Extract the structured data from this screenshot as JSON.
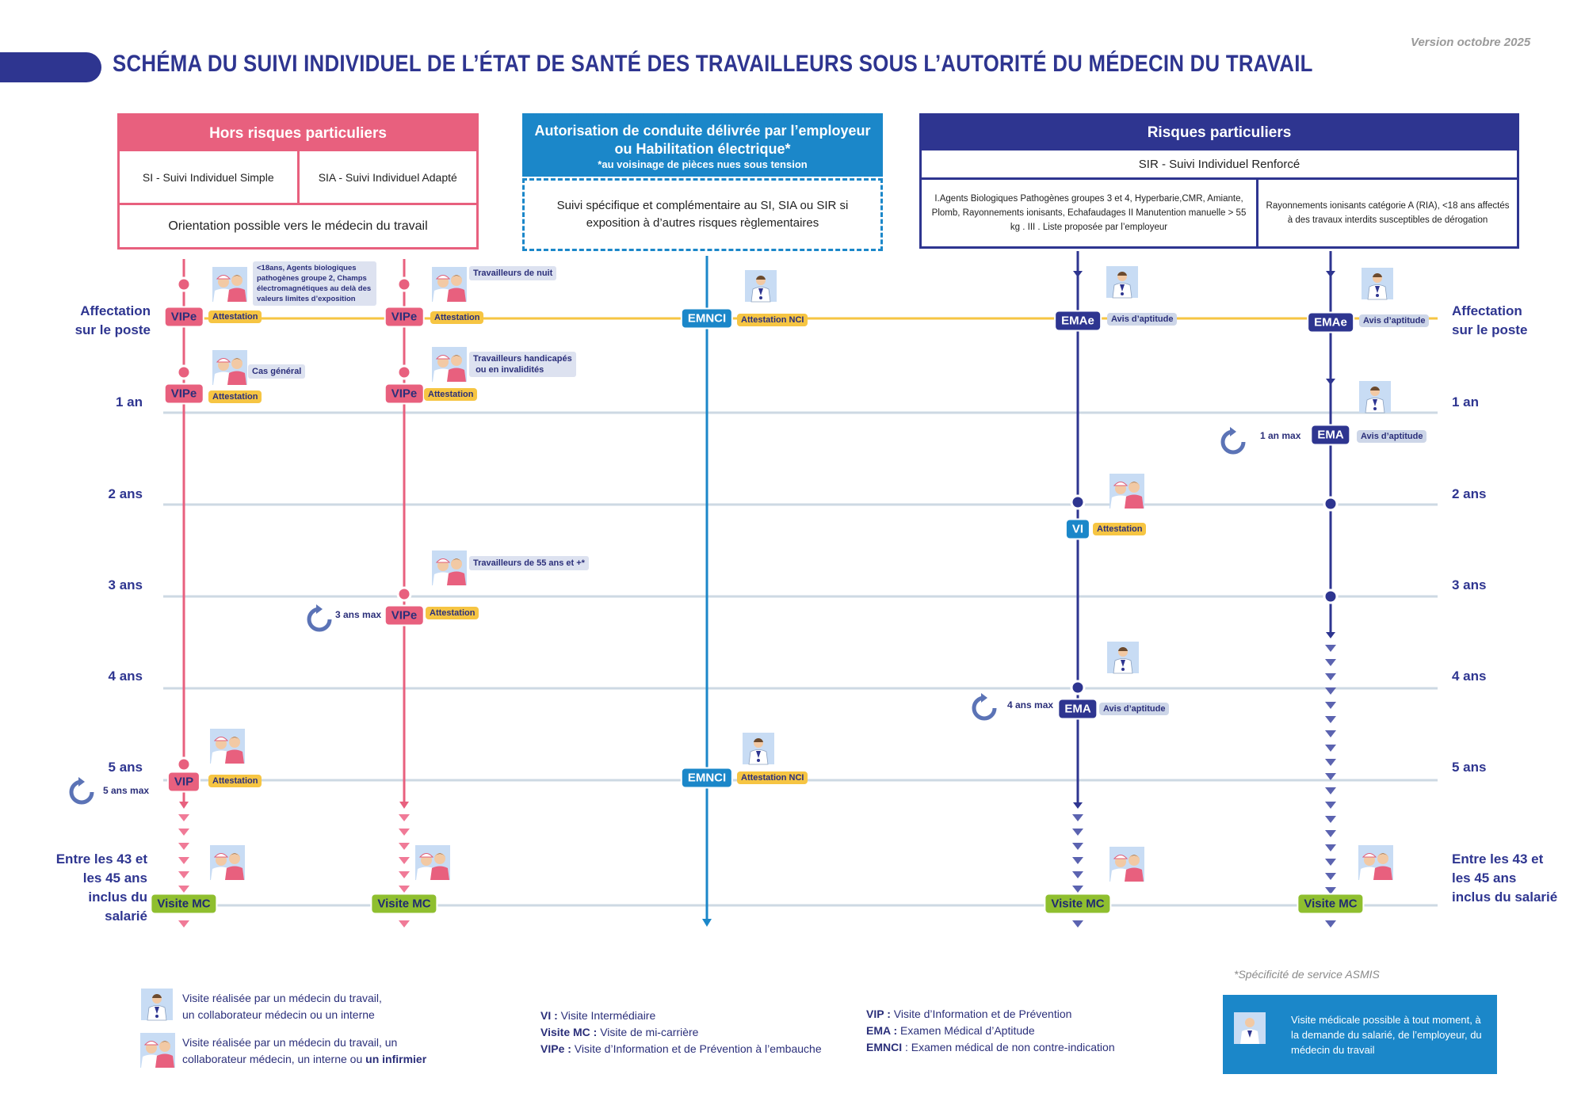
{
  "header": {
    "title": "SCHÉMA DU SUIVI INDIVIDUEL DE L’ÉTAT DE SANTÉ DES TRAVAILLEURS SOUS L’AUTORITÉ DU MÉDECIN DU TRAVAIL",
    "version": "Version octobre 2025"
  },
  "left_box": {
    "title": "Hors risques particuliers",
    "si": "SI - Suivi Individuel Simple",
    "sia": "SIA - Suivi Individuel Adapté",
    "orientation": "Orientation possible vers le médecin du travail"
  },
  "mid_box": {
    "title_line1": "Autorisation de conduite délivrée par l’employeur",
    "title_line2": "ou Habilitation électrique*",
    "subtitle": "*au voisinage de pièces nues sous tension",
    "body": "Suivi spécifique et complémentaire au SI, SIA ou SIR si exposition à d’autres risques règlementaires"
  },
  "right_box": {
    "title": "Risques particuliers",
    "sir": "SIR - Suivi Individuel Renforcé",
    "col1": "I.Agents Biologiques Pathogènes groupes 3 et 4, Hyperbarie,CMR, Amiante, Plomb, Rayonnements ionisants, Echafaudages II  Manutention manuelle > 55 kg . III . Liste proposée par l’employeur",
    "col2": "Rayonnements ionisants catégorie A (RIA), <18 ans affectés à des travaux interdits susceptibles de dérogation"
  },
  "timeline": {
    "affectation_l1": "Affectation",
    "affectation_l2": "sur le poste",
    "y1": "1 an",
    "y2": "2 ans",
    "y3": "3 ans",
    "y4": "4 ans",
    "y5": "5 ans",
    "mc_l1": "Entre les 43 et",
    "mc_l2": "les 45 ans",
    "mc_l3": "inclus du",
    "mc_l4": "salarié",
    "mc_r3": "inclus du salarié"
  },
  "pills": {
    "vipe": "VIPe",
    "vip": "VIP",
    "emnci": "EMNCI",
    "emae": "EMAe",
    "ema": "EMA",
    "vi": "VI",
    "visite_mc": "Visite MC"
  },
  "tags": {
    "attestation": "Attestation",
    "attestation_nci": "Attestation NCI",
    "avis": "Avis d’aptitude"
  },
  "notes": {
    "si_first": "<18ans, Agents biologiques pathogènes groupe 2, Champs électromagnétiques au delà des valeurs limites d’exposition",
    "nuit": "Travailleurs de nuit",
    "general": "Cas général",
    "handicap_l1": "Travailleurs handicapés",
    "handicap_l2": "ou en invalidités",
    "age55": "Travailleurs de 55 ans et +*"
  },
  "max_labels": {
    "m1": "1 an max",
    "m3": "3 ans max",
    "m4": "4 ans max",
    "m5": "5 ans max"
  },
  "legend": {
    "doctor_l1": "Visite réalisée par un médecin du travail,",
    "doctor_l2": "un collaborateur médecin ou un interne",
    "team_l1": "Visite réalisée par un médecin du travail, un",
    "team_l2": "collaborateur médecin, un interne ou",
    "team_bold": "un infirmier",
    "vi_k": "VI :",
    "vi_v": "Visite Intermédiaire",
    "mc_k": "Visite MC :",
    "mc_v": "Visite de mi-carrière",
    "vipe_k": "VIPe :",
    "vipe_v": "Visite d’Information et de Prévention à l’embauche",
    "vip_k": "VIP :",
    "vip_v": "Visite d’Information et de Prévention",
    "ema_k": "EMA :",
    "ema_v": "Examen Médical d’Aptitude",
    "emnci_k": "EMNCI",
    "emnci_v": ": Examen médical de non contre-indication",
    "asmis": "*Spécificité de service ASMIS",
    "callout": "Visite médicale possible à tout moment, à la demande du salarié, de l’employeur, du médecin du travail"
  },
  "colors": {
    "pink": "#e8607e",
    "blue": "#1b87c9",
    "navy": "#2e3590",
    "green": "#8fbf2f",
    "yellow": "#f6c543",
    "grey_line": "#cdd9e3"
  },
  "icons": [
    "doctor-icon",
    "care-team-icon",
    "refresh-arrow-icon",
    "down-chevron-icon"
  ]
}
